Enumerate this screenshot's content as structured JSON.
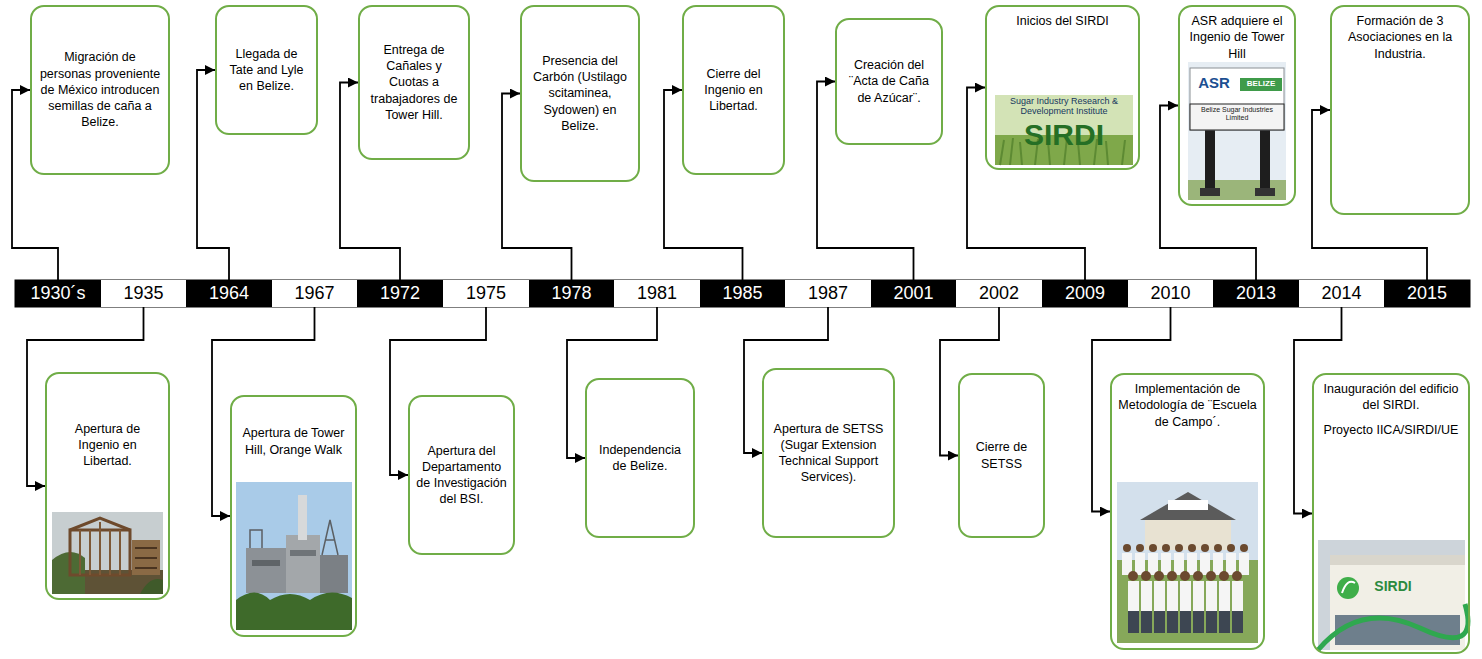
{
  "diagram": {
    "nodes": [
      {
        "text": [
          "Migración de personas proveniente de México introducen semillas de caña a Belize."
        ]
      },
      {
        "text": [
          "Llegada de Tate and Lyle en Belize."
        ]
      },
      {
        "text": [
          "Entrega de Cañales y Cuotas a trabajadores de Tower Hill."
        ]
      },
      {
        "text": [
          "Presencia del Carbón (Ustilago scitaminea, Sydowen) en Belize."
        ]
      },
      {
        "text": [
          "Cierre del Ingenio en Libertad."
        ]
      },
      {
        "text": [
          "Creación del ¨Acta de Caña de Azúcar¨."
        ]
      },
      {
        "text": [
          "Inicios del SIRDI"
        ]
      },
      {
        "text": [
          "ASR adquiere el Ingenio de Tower Hill"
        ]
      },
      {
        "text": [
          "Formación de 3 Asociaciones en la Industria."
        ]
      },
      {
        "text": [
          "1930´s"
        ]
      },
      {
        "text": [
          "1935"
        ]
      },
      {
        "text": [
          "1964"
        ]
      },
      {
        "text": [
          "1967"
        ]
      },
      {
        "text": [
          "1972"
        ]
      },
      {
        "text": [
          "1975"
        ]
      },
      {
        "text": [
          "1978"
        ]
      },
      {
        "text": [
          "1981"
        ]
      },
      {
        "text": [
          "1985"
        ]
      },
      {
        "text": [
          "1987"
        ]
      },
      {
        "text": [
          "2001"
        ]
      },
      {
        "text": [
          "2002"
        ]
      },
      {
        "text": [
          "2009"
        ]
      },
      {
        "text": [
          "2010"
        ]
      },
      {
        "text": [
          "2013"
        ]
      },
      {
        "text": [
          "2014"
        ]
      },
      {
        "text": [
          "2015"
        ]
      },
      {
        "text": [
          "Apertura de Ingenio en Libertad."
        ]
      },
      {
        "text": [
          "Apertura de Tower Hill, Orange Walk"
        ]
      },
      {
        "text": [
          "Apertura del Departamento de Investigación del BSI."
        ]
      },
      {
        "text": [
          "Independencia de Belize."
        ]
      },
      {
        "text": [
          "Apertura de SETSS (Sugar Extension Technical Support Services)."
        ]
      },
      {
        "text": [
          "Cierre de SETSS"
        ]
      },
      {
        "text": [
          "Implementación de Metodología de ¨Escuela de Campo´."
        ]
      },
      {
        "text": [
          "Inauguración del edificio del SIRDI.",
          "Proyecto IICA/SIRDI/UE"
        ]
      }
    ],
    "edges": [
      {
        "from": 9,
        "to": 0,
        "arrow": "to"
      },
      {
        "from": 11,
        "to": 1,
        "arrow": "to"
      },
      {
        "from": 13,
        "to": 2,
        "arrow": "to"
      },
      {
        "from": 15,
        "to": 3,
        "arrow": "to"
      },
      {
        "from": 17,
        "to": 4,
        "arrow": "to"
      },
      {
        "from": 19,
        "to": 5,
        "arrow": "to"
      },
      {
        "from": 21,
        "to": 6,
        "arrow": "to"
      },
      {
        "from": 23,
        "to": 7,
        "arrow": "to"
      },
      {
        "from": 25,
        "to": 8,
        "arrow": "to"
      },
      {
        "from": 10,
        "to": 26,
        "arrow": "to"
      },
      {
        "from": 12,
        "to": 27,
        "arrow": "to"
      },
      {
        "from": 14,
        "to": 28,
        "arrow": "to"
      },
      {
        "from": 16,
        "to": 29,
        "arrow": "to"
      },
      {
        "from": 18,
        "to": 30,
        "arrow": "to"
      },
      {
        "from": 20,
        "to": 31,
        "arrow": "to"
      },
      {
        "from": 22,
        "to": 32,
        "arrow": "to"
      },
      {
        "from": 24,
        "to": 33,
        "arrow": "to"
      }
    ],
    "labels": [
      "Sugar Industry Research & Development Institute",
      "SIRDI",
      "ASR",
      "BELIZE",
      "Belize Sugar Industries Limited",
      "SIRDI"
    ]
  }
}
